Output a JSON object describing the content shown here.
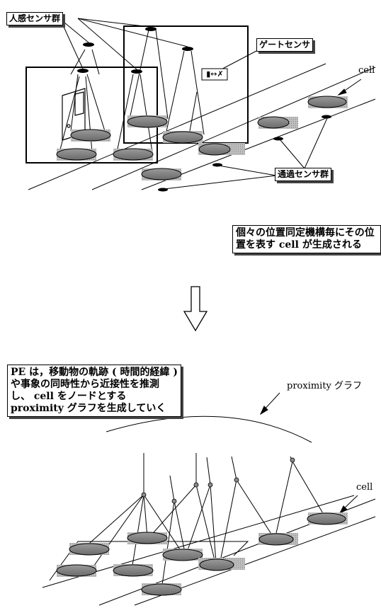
{
  "labels": {
    "human_sensors": "人感センサ群",
    "gate_sensor": "ゲートセンサ",
    "pass_sensors": "通過センサ群",
    "cell_top": "cell",
    "cell_bottom": "cell",
    "proximity": "proximity グラフ"
  },
  "notes": {
    "position_mechanism": "個々の位置同定機構毎にその位置を表す cell が生成される",
    "pe_description": "PE は，移動物の軌跡 ( 時間的経緯 ) や事象の同時性から近接性を推測し、 cell をノードとする proximity グラフを生成していく"
  },
  "icons": {
    "gate": "door-with-walking-person-icon",
    "transition": "hollow-down-arrow-icon"
  }
}
